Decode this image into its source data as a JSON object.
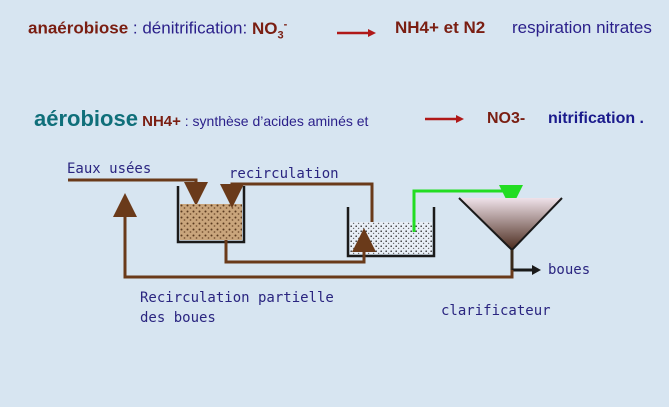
{
  "line1": {
    "term": "anaérobiose",
    "desc": " : dénitrification: ",
    "no3_base": "NO",
    "no3_sub": "3",
    "no3_sup": "-",
    "products": "NH4+ et N2",
    "label": "respiration  nitrates"
  },
  "line2": {
    "term": "aérobiose",
    "nh4": " NH4+",
    "desc": " : synthèse d’acides aminés et",
    "product": "NO3-",
    "label": "nitrification ."
  },
  "diagram": {
    "eaux_usees": "Eaux usées",
    "recirculation": "recirculation",
    "boues": "boues",
    "recirc_partielle_1": "Recirculation partielle",
    "recirc_partielle_2": " des boues",
    "clarificateur": "clarificateur"
  },
  "colors": {
    "background": "#d7e5f1",
    "pipe": "#6a3a1a",
    "air_line": "#22dd22",
    "arrow_red": "#b01818"
  }
}
